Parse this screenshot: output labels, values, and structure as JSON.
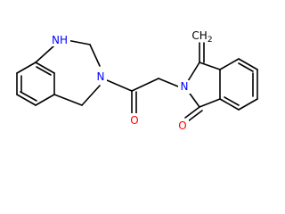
{
  "molecule": {
    "labels": {
      "nh": "NH",
      "n_ring": "N",
      "n_imide": "N",
      "o_amide": "O",
      "o_imide": "O",
      "ch2": "CH2"
    },
    "colors": {
      "bond": "#000000",
      "nitrogen": "#0000ff",
      "oxygen": "#ff0000",
      "background": "#ffffff"
    }
  }
}
